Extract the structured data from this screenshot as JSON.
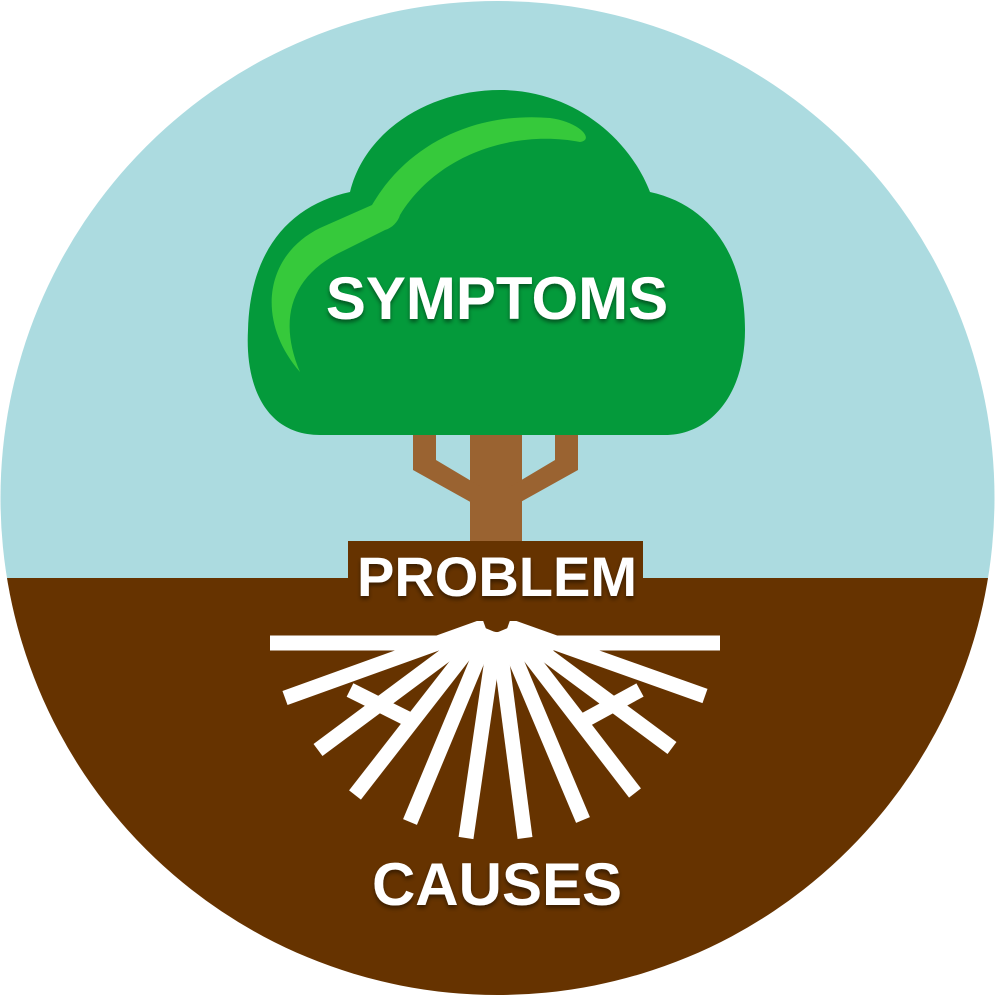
{
  "diagram": {
    "labels": {
      "top": "SYMPTOMS",
      "middle": "PROBLEM",
      "bottom": "CAUSES"
    },
    "colors": {
      "sky": "#acdbe0",
      "soil": "#663300",
      "foliage": "#049a3b",
      "highlight": "#36c93b",
      "trunk": "#9a6331",
      "roots": "#ffffff",
      "text": "#ffffff"
    }
  }
}
